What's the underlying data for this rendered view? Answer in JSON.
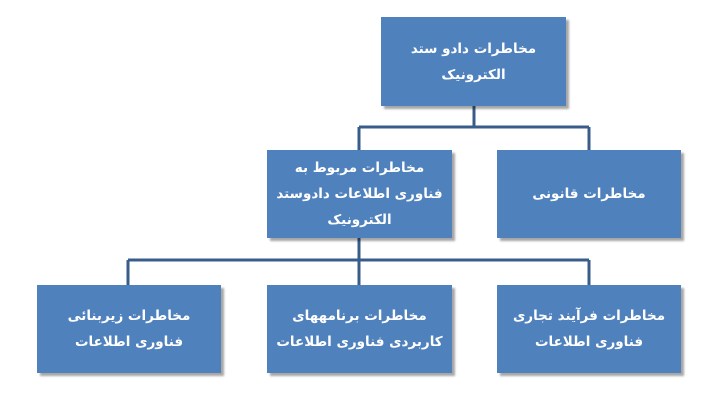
{
  "diagram": {
    "root": {
      "label": "مخاطرات دادو ستد الکترونیک"
    },
    "level2": [
      {
        "label": "مخاطرات مربوط به فناوری اطلاعات دادوستد الکترونیک"
      },
      {
        "label": "مخاطرات قانونی"
      }
    ],
    "level3": [
      {
        "label": "مخاطرات زیربنائی فناوری اطلاعات"
      },
      {
        "label": "مخاطرات برنامههای کاربردی فناوری اطلاعات"
      },
      {
        "label": "مخاطرات فرآیند تجاری فناوری اطلاعات"
      }
    ],
    "colors": {
      "box": "#4f81bd",
      "connector": "#385d8a",
      "text": "#ffffff"
    }
  }
}
